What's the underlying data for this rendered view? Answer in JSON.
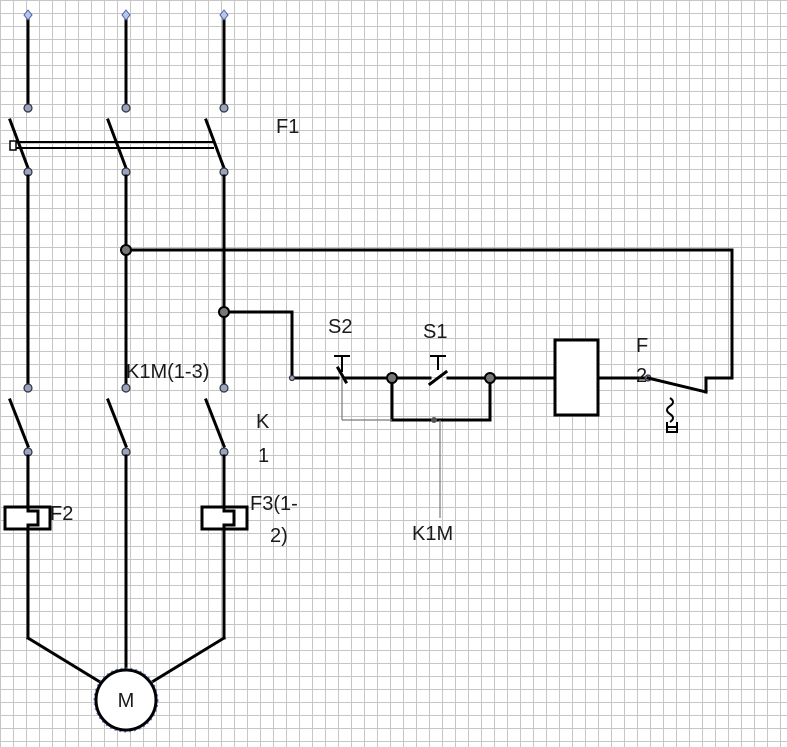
{
  "diagram": {
    "labels": {
      "breaker": "F1",
      "contactor_main_ref": "K1M(1-3)",
      "contactor_k_top": "K",
      "contactor_k_bottom": "1",
      "overload_left": "F2",
      "overload_right_top": "F3(1-",
      "overload_right_bottom": "2)",
      "stop_button": "S2",
      "start_button": "S1",
      "aux_contact": "K1M",
      "thermal_contact_top": "F",
      "thermal_contact_bottom": "2",
      "motor": "M"
    }
  }
}
